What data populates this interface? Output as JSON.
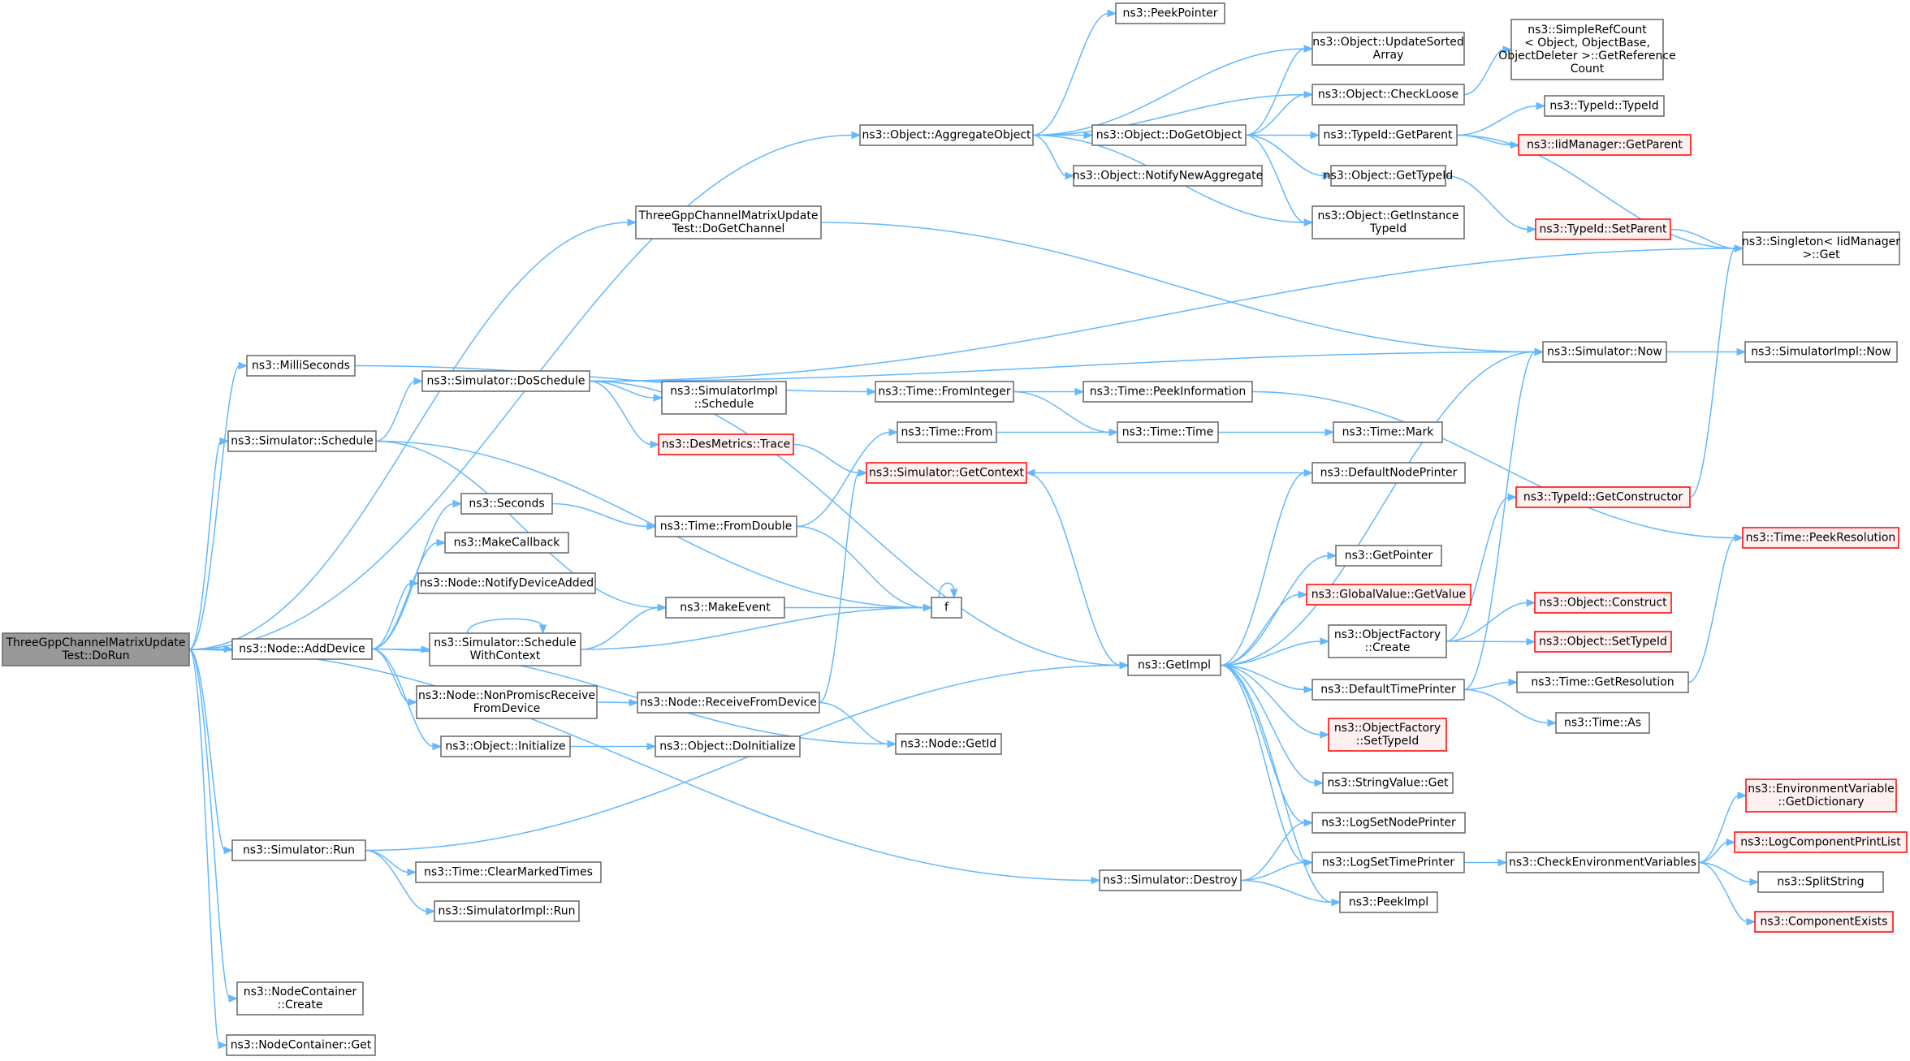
{
  "colors": {
    "edge": "#63b8ff",
    "node_border": "#666666",
    "node_fill": "#ffffff",
    "missing_border": "#ff0000",
    "missing_fill": "#fff0f0",
    "root_fill": "#999999"
  },
  "nodes": [
    {
      "id": "dorun",
      "lines": [
        "ThreeGppChannelMatrixUpdate",
        "Test::DoRun"
      ],
      "style": "root"
    },
    {
      "id": "aggregate",
      "lines": [
        "ns3::Object::AggregateObject"
      ]
    },
    {
      "id": "dogetchannel",
      "lines": [
        "ThreeGppChannelMatrixUpdate",
        "Test::DoGetChannel"
      ]
    },
    {
      "id": "milliseconds",
      "lines": [
        "ns3::MilliSeconds"
      ]
    },
    {
      "id": "simschedule",
      "lines": [
        "ns3::Simulator::Schedule"
      ]
    },
    {
      "id": "adddevice",
      "lines": [
        "ns3::Node::AddDevice"
      ]
    },
    {
      "id": "simrun",
      "lines": [
        "ns3::Simulator::Run"
      ]
    },
    {
      "id": "nccreate",
      "lines": [
        "ns3::NodeContainer",
        "::Create"
      ]
    },
    {
      "id": "ncget",
      "lines": [
        "ns3::NodeContainer::Get"
      ]
    },
    {
      "id": "doschedule",
      "lines": [
        "ns3::Simulator::DoSchedule"
      ]
    },
    {
      "id": "seconds",
      "lines": [
        "ns3::Seconds"
      ]
    },
    {
      "id": "makecallback",
      "lines": [
        "ns3::MakeCallback"
      ]
    },
    {
      "id": "notifydeviceadded",
      "lines": [
        "ns3::Node::NotifyDeviceAdded"
      ]
    },
    {
      "id": "schedulewithcontext",
      "lines": [
        "ns3::Simulator::Schedule",
        "WithContext"
      ]
    },
    {
      "id": "nonpromisc",
      "lines": [
        "ns3::Node::NonPromiscReceive",
        "FromDevice"
      ]
    },
    {
      "id": "objinitialize",
      "lines": [
        "ns3::Object::Initialize"
      ]
    },
    {
      "id": "clearmarked",
      "lines": [
        "ns3::Time::ClearMarkedTimes"
      ]
    },
    {
      "id": "simimplrun",
      "lines": [
        "ns3::SimulatorImpl::Run"
      ]
    },
    {
      "id": "simimplschedule",
      "lines": [
        "ns3::SimulatorImpl",
        "::Schedule"
      ]
    },
    {
      "id": "desmetrics",
      "lines": [
        "ns3::DesMetrics::Trace"
      ],
      "style": "missing"
    },
    {
      "id": "fromdouble",
      "lines": [
        "ns3::Time::FromDouble"
      ]
    },
    {
      "id": "makeevent",
      "lines": [
        "ns3::MakeEvent"
      ]
    },
    {
      "id": "receivefromdevice",
      "lines": [
        "ns3::Node::ReceiveFromDevice"
      ]
    },
    {
      "id": "doinitialize",
      "lines": [
        "ns3::Object::DoInitialize"
      ]
    },
    {
      "id": "peekpointer",
      "lines": [
        "ns3::PeekPointer"
      ]
    },
    {
      "id": "dogetobject",
      "lines": [
        "ns3::Object::DoGetObject"
      ]
    },
    {
      "id": "notifynewaggregate",
      "lines": [
        "ns3::Object::NotifyNewAggregate"
      ]
    },
    {
      "id": "fromint",
      "lines": [
        "ns3::Time::FromInteger"
      ]
    },
    {
      "id": "timefrom",
      "lines": [
        "ns3::Time::From"
      ]
    },
    {
      "id": "getcontext",
      "lines": [
        "ns3::Simulator::GetContext"
      ],
      "style": "missing"
    },
    {
      "id": "f",
      "lines": [
        "f"
      ]
    },
    {
      "id": "nodegetid",
      "lines": [
        "ns3::Node::GetId"
      ]
    },
    {
      "id": "getimpl",
      "lines": [
        "ns3::GetImpl"
      ]
    },
    {
      "id": "simdestroy",
      "lines": [
        "ns3::Simulator::Destroy"
      ]
    },
    {
      "id": "updatesorted",
      "lines": [
        "ns3::Object::UpdateSorted",
        "Array"
      ]
    },
    {
      "id": "checkloose",
      "lines": [
        "ns3::Object::CheckLoose"
      ]
    },
    {
      "id": "tidgetparent",
      "lines": [
        "ns3::TypeId::GetParent"
      ]
    },
    {
      "id": "objgettypeid",
      "lines": [
        "ns3::Object::GetTypeId"
      ]
    },
    {
      "id": "getinstancetypeid",
      "lines": [
        "ns3::Object::GetInstance",
        "TypeId"
      ]
    },
    {
      "id": "peekinfo",
      "lines": [
        "ns3::Time::PeekInformation"
      ]
    },
    {
      "id": "timetime",
      "lines": [
        "ns3::Time::Time"
      ]
    },
    {
      "id": "timemark",
      "lines": [
        "ns3::Time::Mark"
      ]
    },
    {
      "id": "defaultnodeprinter",
      "lines": [
        "ns3::DefaultNodePrinter"
      ]
    },
    {
      "id": "getpointer",
      "lines": [
        "ns3::GetPointer"
      ]
    },
    {
      "id": "globalvalueget",
      "lines": [
        "ns3::GlobalValue::GetValue"
      ],
      "style": "missing"
    },
    {
      "id": "objfactorycreate",
      "lines": [
        "ns3::ObjectFactory",
        "::Create"
      ]
    },
    {
      "id": "defaulttimeprinter",
      "lines": [
        "ns3::DefaultTimePrinter"
      ]
    },
    {
      "id": "objfactorysettypeid",
      "lines": [
        "ns3::ObjectFactory",
        "::SetTypeId"
      ],
      "style": "missing"
    },
    {
      "id": "stringvalueget",
      "lines": [
        "ns3::StringValue::Get"
      ]
    },
    {
      "id": "logsetnodeprinter",
      "lines": [
        "ns3::LogSetNodePrinter"
      ]
    },
    {
      "id": "logsettimeprinter",
      "lines": [
        "ns3::LogSetTimePrinter"
      ]
    },
    {
      "id": "peekimpl",
      "lines": [
        "ns3::PeekImpl"
      ]
    },
    {
      "id": "simplerefcount",
      "lines": [
        "ns3::SimpleRefCount",
        "< Object, ObjectBase,",
        " ObjectDeleter >::GetReference",
        "Count"
      ]
    },
    {
      "id": "tidtypeid",
      "lines": [
        "ns3::TypeId::TypeId"
      ]
    },
    {
      "id": "iidgetparent",
      "lines": [
        "ns3::IidManager::GetParent"
      ],
      "style": "missing"
    },
    {
      "id": "tidsetparent",
      "lines": [
        "ns3::TypeId::SetParent"
      ],
      "style": "missing"
    },
    {
      "id": "singletonget",
      "lines": [
        "ns3::Singleton< IidManager",
        " >::Get"
      ]
    },
    {
      "id": "simnow",
      "lines": [
        "ns3::Simulator::Now"
      ]
    },
    {
      "id": "simimplnow",
      "lines": [
        "ns3::SimulatorImpl::Now"
      ]
    },
    {
      "id": "tidgetconstructor",
      "lines": [
        "ns3::TypeId::GetConstructor"
      ],
      "style": "missing"
    },
    {
      "id": "peekresolution",
      "lines": [
        "ns3::Time::PeekResolution"
      ],
      "style": "missing"
    },
    {
      "id": "objconstruct",
      "lines": [
        "ns3::Object::Construct"
      ],
      "style": "missing"
    },
    {
      "id": "objsettypeid",
      "lines": [
        "ns3::Object::SetTypeId"
      ],
      "style": "missing"
    },
    {
      "id": "getresolution",
      "lines": [
        "ns3::Time::GetResolution"
      ]
    },
    {
      "id": "timeas",
      "lines": [
        "ns3::Time::As"
      ]
    },
    {
      "id": "checkenv",
      "lines": [
        "ns3::CheckEnvironmentVariables"
      ]
    },
    {
      "id": "envgetdict",
      "lines": [
        "ns3::EnvironmentVariable",
        "::GetDictionary"
      ],
      "style": "missing"
    },
    {
      "id": "logcompprint",
      "lines": [
        "ns3::LogComponentPrintList"
      ],
      "style": "missing"
    },
    {
      "id": "splitstring",
      "lines": [
        "ns3::SplitString"
      ]
    },
    {
      "id": "compexists",
      "lines": [
        "ns3::ComponentExists"
      ],
      "style": "missing"
    }
  ],
  "edges": [
    [
      "dorun",
      "aggregate"
    ],
    [
      "dorun",
      "dogetchannel"
    ],
    [
      "dorun",
      "milliseconds"
    ],
    [
      "dorun",
      "simschedule"
    ],
    [
      "dorun",
      "adddevice"
    ],
    [
      "dorun",
      "simrun"
    ],
    [
      "dorun",
      "nccreate"
    ],
    [
      "dorun",
      "ncget"
    ],
    [
      "dorun",
      "simdestroy"
    ],
    [
      "aggregate",
      "peekpointer"
    ],
    [
      "aggregate",
      "updatesorted"
    ],
    [
      "aggregate",
      "checkloose"
    ],
    [
      "aggregate",
      "dogetobject"
    ],
    [
      "aggregate",
      "notifynewaggregate"
    ],
    [
      "aggregate",
      "getinstancetypeid"
    ],
    [
      "dogetobject",
      "updatesorted"
    ],
    [
      "dogetobject",
      "checkloose"
    ],
    [
      "dogetobject",
      "tidgetparent"
    ],
    [
      "dogetobject",
      "objgettypeid"
    ],
    [
      "dogetobject",
      "getinstancetypeid"
    ],
    [
      "checkloose",
      "simplerefcount"
    ],
    [
      "tidgetparent",
      "tidtypeid"
    ],
    [
      "tidgetparent",
      "iidgetparent"
    ],
    [
      "tidgetparent",
      "singletonget"
    ],
    [
      "objgettypeid",
      "tidsetparent"
    ],
    [
      "tidsetparent",
      "singletonget"
    ],
    [
      "dogetchannel",
      "simnow"
    ],
    [
      "milliseconds",
      "fromint"
    ],
    [
      "simschedule",
      "doschedule"
    ],
    [
      "simschedule",
      "makeevent"
    ],
    [
      "simschedule",
      "f"
    ],
    [
      "doschedule",
      "singletonget"
    ],
    [
      "doschedule",
      "simnow"
    ],
    [
      "doschedule",
      "simimplschedule"
    ],
    [
      "doschedule",
      "desmetrics"
    ],
    [
      "doschedule",
      "getimpl"
    ],
    [
      "adddevice",
      "seconds"
    ],
    [
      "adddevice",
      "makecallback"
    ],
    [
      "adddevice",
      "notifydeviceadded"
    ],
    [
      "adddevice",
      "schedulewithcontext"
    ],
    [
      "adddevice",
      "nonpromisc"
    ],
    [
      "adddevice",
      "objinitialize"
    ],
    [
      "adddevice",
      "nodegetid"
    ],
    [
      "seconds",
      "fromdouble"
    ],
    [
      "fromdouble",
      "timefrom"
    ],
    [
      "fromdouble",
      "f"
    ],
    [
      "schedulewithcontext",
      "schedulewithcontext"
    ],
    [
      "schedulewithcontext",
      "makeevent"
    ],
    [
      "schedulewithcontext",
      "f"
    ],
    [
      "makeevent",
      "f"
    ],
    [
      "f",
      "f"
    ],
    [
      "nonpromisc",
      "receivefromdevice"
    ],
    [
      "receivefromdevice",
      "getcontext"
    ],
    [
      "receivefromdevice",
      "nodegetid"
    ],
    [
      "objinitialize",
      "doinitialize"
    ],
    [
      "simrun",
      "getimpl"
    ],
    [
      "simrun",
      "clearmarked"
    ],
    [
      "simrun",
      "simimplrun"
    ],
    [
      "desmetrics",
      "getcontext"
    ],
    [
      "getcontext",
      "getimpl"
    ],
    [
      "fromint",
      "peekinfo"
    ],
    [
      "fromint",
      "timetime"
    ],
    [
      "timefrom",
      "timetime"
    ],
    [
      "timetime",
      "timemark"
    ],
    [
      "peekinfo",
      "peekresolution"
    ],
    [
      "defaultnodeprinter",
      "getcontext"
    ],
    [
      "getimpl",
      "defaultnodeprinter"
    ],
    [
      "getimpl",
      "simnow"
    ],
    [
      "getimpl",
      "getpointer"
    ],
    [
      "getimpl",
      "globalvalueget"
    ],
    [
      "getimpl",
      "objfactorycreate"
    ],
    [
      "getimpl",
      "defaulttimeprinter"
    ],
    [
      "getimpl",
      "objfactorysettypeid"
    ],
    [
      "getimpl",
      "stringvalueget"
    ],
    [
      "getimpl",
      "logsetnodeprinter"
    ],
    [
      "getimpl",
      "logsettimeprinter"
    ],
    [
      "getimpl",
      "peekimpl"
    ],
    [
      "simdestroy",
      "logsetnodeprinter"
    ],
    [
      "simdestroy",
      "logsettimeprinter"
    ],
    [
      "simdestroy",
      "peekimpl"
    ],
    [
      "objfactorycreate",
      "tidgetconstructor"
    ],
    [
      "objfactorycreate",
      "objconstruct"
    ],
    [
      "objfactorycreate",
      "objsettypeid"
    ],
    [
      "tidgetconstructor",
      "singletonget"
    ],
    [
      "defaulttimeprinter",
      "simnow"
    ],
    [
      "defaulttimeprinter",
      "getresolution"
    ],
    [
      "defaulttimeprinter",
      "timeas"
    ],
    [
      "getresolution",
      "peekresolution"
    ],
    [
      "simnow",
      "simimplnow"
    ],
    [
      "logsettimeprinter",
      "checkenv"
    ],
    [
      "checkenv",
      "envgetdict"
    ],
    [
      "checkenv",
      "logcompprint"
    ],
    [
      "checkenv",
      "splitstring"
    ],
    [
      "checkenv",
      "compexists"
    ]
  ]
}
